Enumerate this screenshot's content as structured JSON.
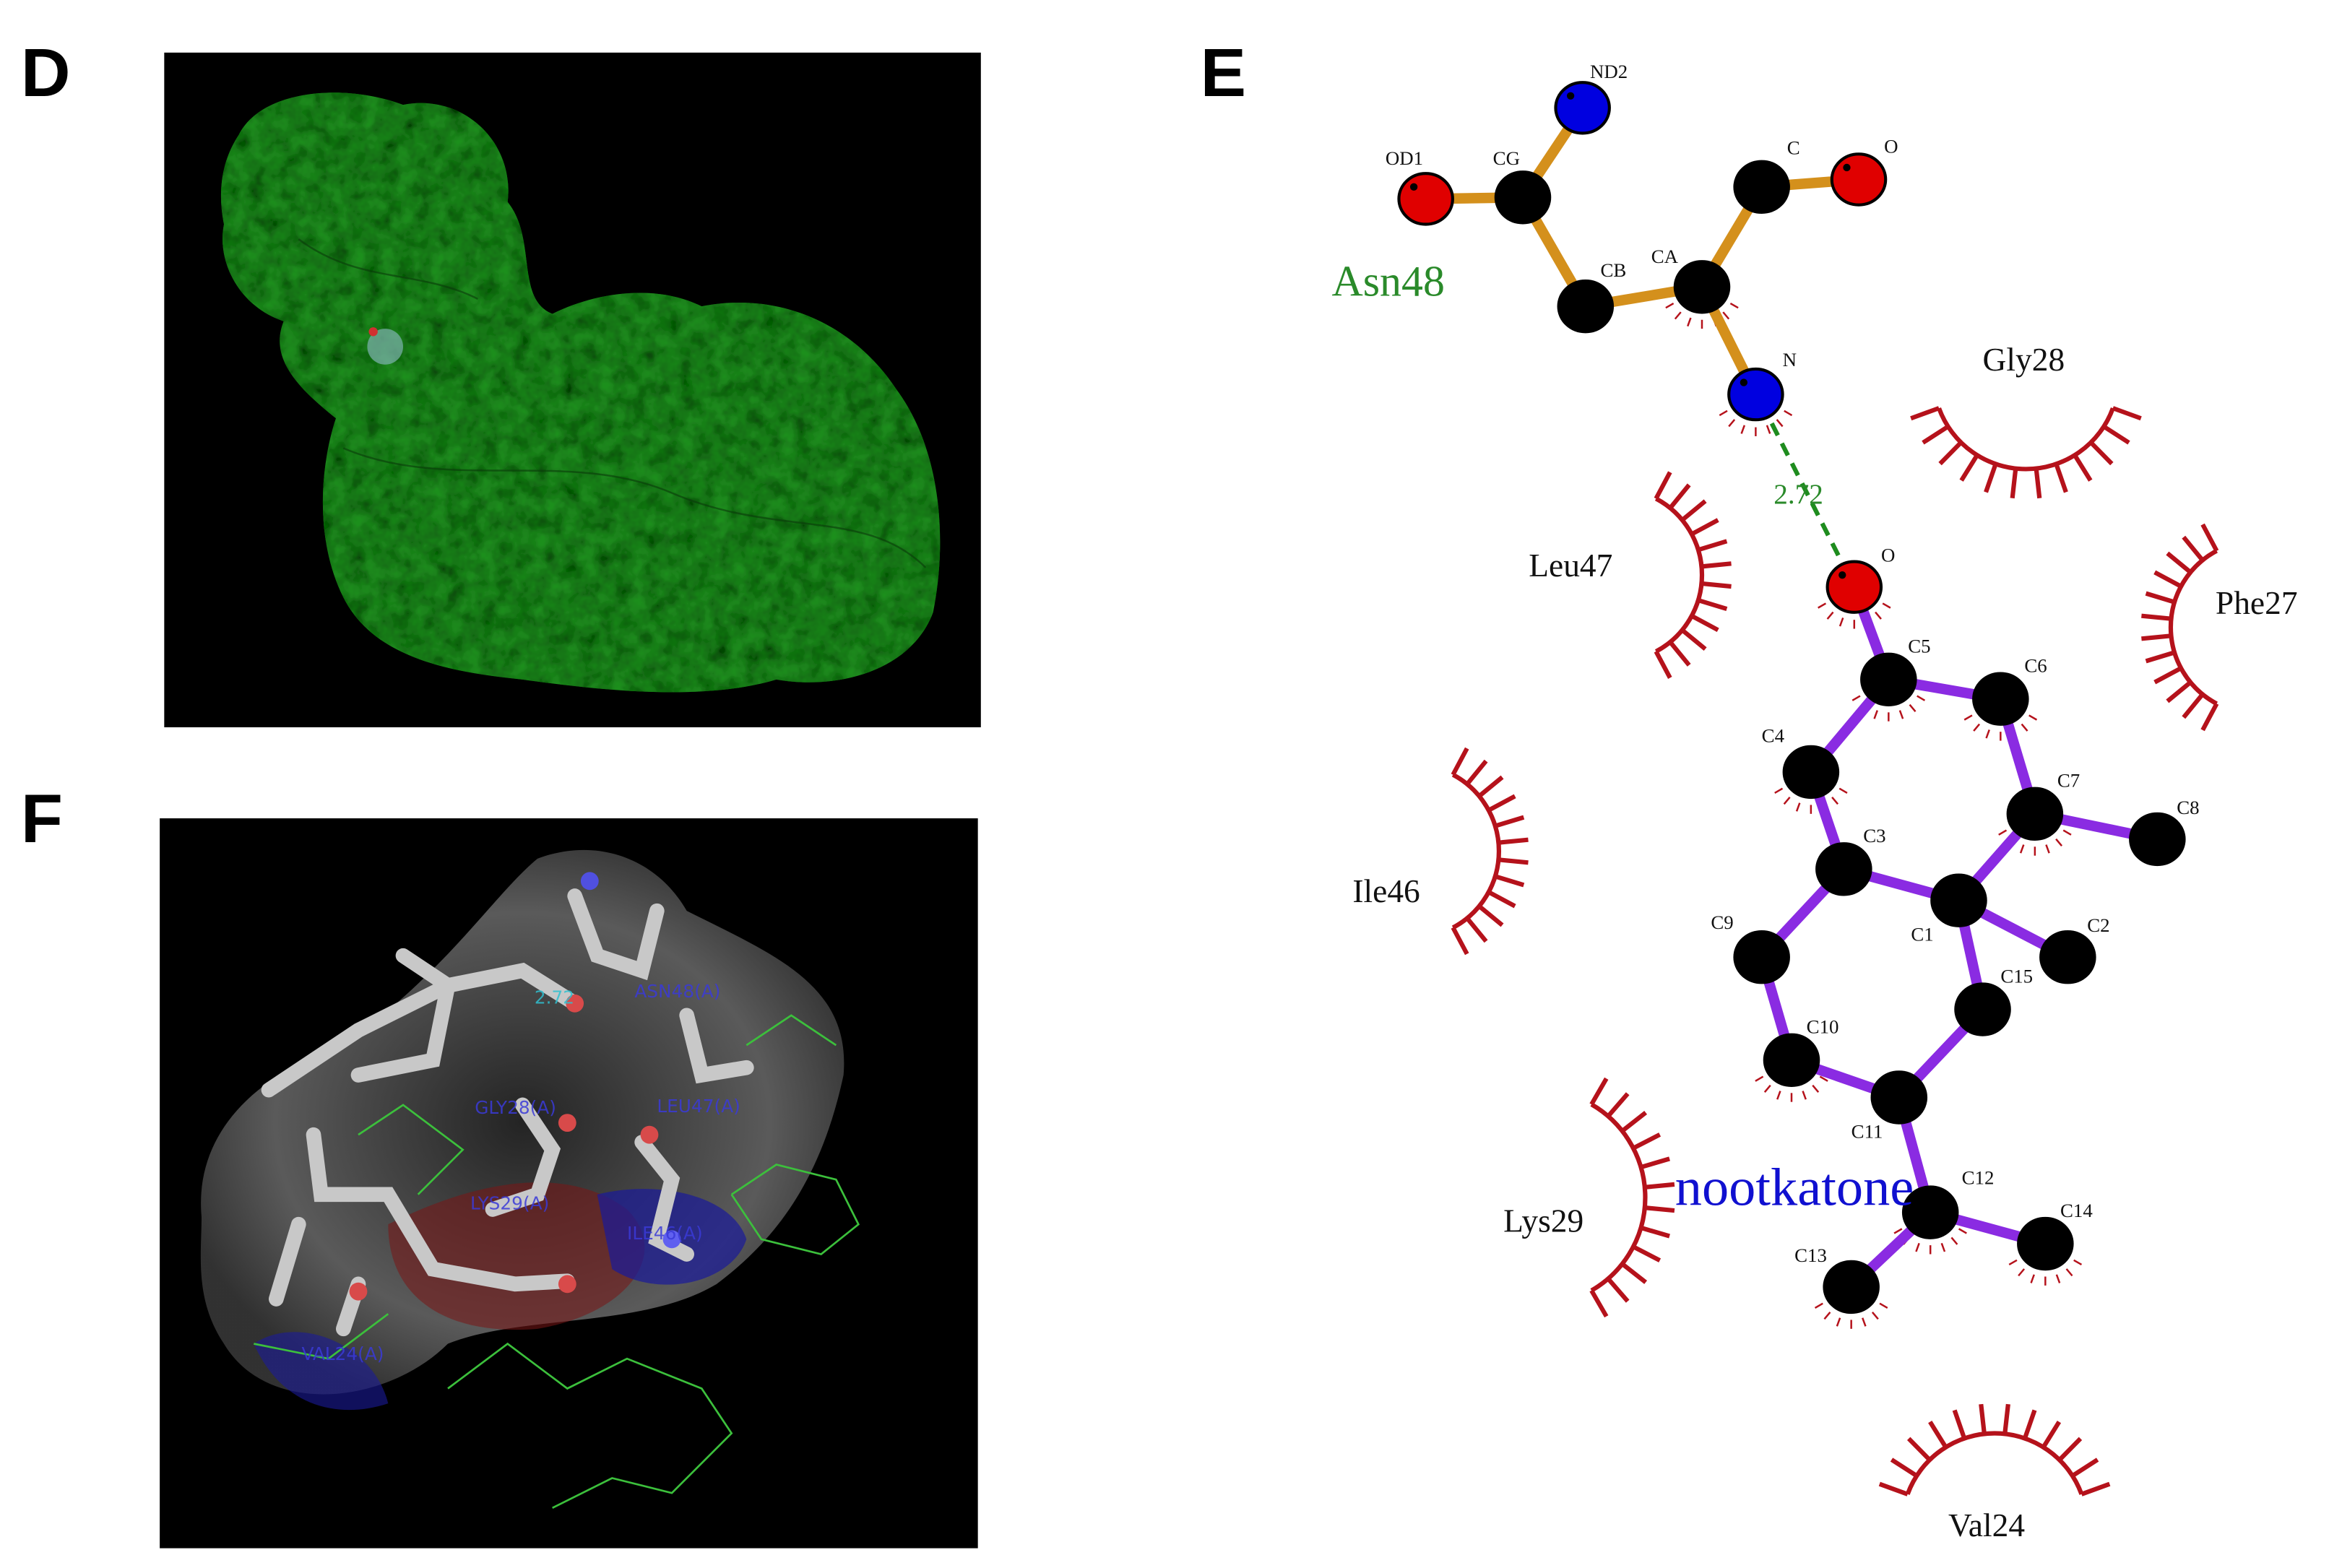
{
  "panels": {
    "d": {
      "label": "D"
    },
    "e": {
      "label": "E"
    },
    "f": {
      "label": "F"
    }
  },
  "panel_f": {
    "distance": "2.72",
    "residues": [
      "ASN48(A)",
      "GLY28(A)",
      "LEU47(A)",
      "LYS29(A)",
      "ILE46(A)",
      "VAL24(A)"
    ]
  },
  "panel_e": {
    "ligand_name": "nootkatone",
    "hbond_distance": "2.72",
    "hbond_residue": "Asn48",
    "hydrophobic_residues": [
      "Gly28",
      "Leu47",
      "Phe27",
      "Ile46",
      "Lys29",
      "Val24"
    ],
    "residue_atoms": [
      "OD1",
      "CG",
      "ND2",
      "CB",
      "CA",
      "C",
      "O",
      "N"
    ],
    "ligand_atoms": [
      "O",
      "C5",
      "C6",
      "C4",
      "C7",
      "C8",
      "C3",
      "C1",
      "C2",
      "C9",
      "C15",
      "C10",
      "C11",
      "C12",
      "C13",
      "C14"
    ],
    "colors": {
      "residue_bond": "#d4901c",
      "ligand_bond": "#8a2be2",
      "hbond": "#1e8c1e",
      "hydrophobic": "#b5121b",
      "oxygen": "#e00000",
      "nitrogen": "#0000e0",
      "carbon": "#000000",
      "ligand_label": "#1010d0",
      "hbond_residue_label": "#2a8a2a"
    }
  }
}
